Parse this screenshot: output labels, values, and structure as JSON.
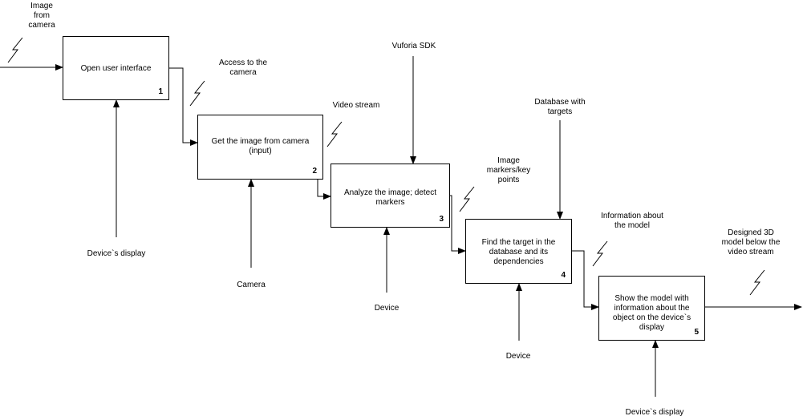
{
  "boxes": [
    {
      "label": "Open user interface",
      "number": "1"
    },
    {
      "label": "Get the image from camera (input)",
      "number": "2"
    },
    {
      "label": "Analyze the image; detect markers",
      "number": "3"
    },
    {
      "label": "Find the target in the database and its dependencies",
      "number": "4"
    },
    {
      "label": "Show the model with information about the object on the device`s display",
      "number": "5"
    }
  ],
  "inputs": {
    "image_from_camera": "Image from camera"
  },
  "flows": {
    "access_camera": "Access to the camera",
    "video_stream": "Video stream",
    "image_markers": "Image markers/key points",
    "information_model": "Information about the model",
    "designed_model": "Designed 3D model below the video stream"
  },
  "controls": {
    "vuforia": "Vuforia SDK",
    "database": "Database with targets"
  },
  "mechanisms": {
    "display_1": "Device`s display",
    "camera": "Camera",
    "device_3": "Device",
    "device_4": "Device",
    "display_5": "Device`s display"
  }
}
